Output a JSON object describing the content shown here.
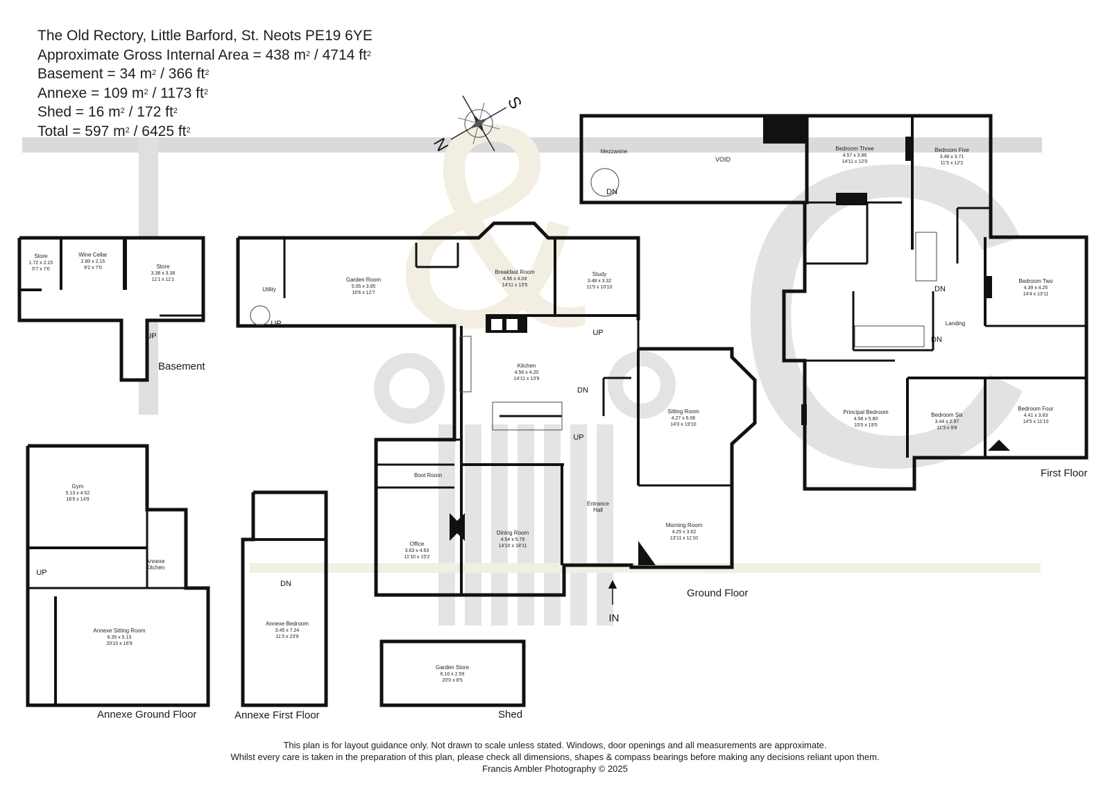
{
  "header": {
    "address": "The Old Rectory, Little Barford, St. Neots PE19 6YE",
    "lines": [
      {
        "label": "Approximate Gross Internal Area = 438 m",
        "mid": " / 4714 ft"
      },
      {
        "label": "Basement = 34 m",
        "mid": " / 366 ft"
      },
      {
        "label": "Annexe = 109 m",
        "mid": " / 1173 ft"
      },
      {
        "label": "Shed = 16 m",
        "mid": " / 172 ft"
      },
      {
        "label": "Total = 597 m",
        "mid": " / 6425 ft"
      }
    ],
    "superscript": "2"
  },
  "compass": {
    "north": "N",
    "south": "S"
  },
  "floor_labels": {
    "basement": "Basement",
    "ground_floor": "Ground Floor",
    "first_floor": "First Floor",
    "annexe_ground": "Annexe Ground Floor",
    "annexe_first": "Annexe First Floor",
    "shed": "Shed"
  },
  "rooms": {
    "store_small": {
      "name": "Store",
      "dim1": "1.72 x 2.15",
      "dim2": "5'7 x 7'0"
    },
    "wine_cellar": {
      "name": "Wine Cellar",
      "dim1": "2.80 x 2.15",
      "dim2": "9'2 x 7'0"
    },
    "store_large": {
      "name": "Store",
      "dim1": "3.38 x 3.38",
      "dim2": "11'1 x 11'1"
    },
    "utility": {
      "name": "Utility"
    },
    "garden_room": {
      "name": "Garden Room",
      "dim1": "5.05 x 3.85",
      "dim2": "16'6 x 12'7"
    },
    "breakfast_room": {
      "name": "Breakfast Room",
      "dim1": "4.56 x 4.09",
      "dim2": "14'11 x 13'5"
    },
    "study": {
      "name": "Study",
      "dim1": "3.48 x 3.32",
      "dim2": "11'5 x 10'10"
    },
    "kitchen": {
      "name": "Kitchen",
      "dim1": "4.56 x 4.20",
      "dim2": "14'11 x 13'9"
    },
    "boot_room": {
      "name": "Boot Room"
    },
    "office": {
      "name": "Office",
      "dim1": "3.63 x 4.63",
      "dim2": "11'10 x 15'2"
    },
    "dining_room": {
      "name": "Dining Room",
      "dim1": "4.54 x 5.79",
      "dim2": "14'10 x 18'11"
    },
    "entrance_hall": {
      "name1": "Entrance",
      "name2": "Hall"
    },
    "sitting_room": {
      "name": "Sitting Room",
      "dim1": "4.27 x 6.06",
      "dim2": "14'0 x 19'10"
    },
    "morning_room": {
      "name": "Morning Room",
      "dim1": "4.25 x 3.62",
      "dim2": "13'11 x 11'10"
    },
    "mezzanine": {
      "name": "Mezzanine"
    },
    "void": {
      "name": "VOID"
    },
    "bedroom_three": {
      "name": "Bedroom Three",
      "dim1": "4.57 x 3.86",
      "dim2": "14'11 x 12'0"
    },
    "bedroom_five": {
      "name": "Bedroom Five",
      "dim1": "3.48 x 3.71",
      "dim2": "11'5 x 12'2"
    },
    "bedroom_two": {
      "name": "Bedroom Two",
      "dim1": "4.39 x 4.25",
      "dim2": "14'4 x 13'11"
    },
    "landing": {
      "name": "Landing"
    },
    "principal_bedroom": {
      "name": "Principal Bedroom",
      "dim1": "4.58 x 5.80",
      "dim2": "15'0 x 19'0"
    },
    "bedroom_six": {
      "name": "Bedroom Six",
      "dim1": "3.44 x 2.97",
      "dim2": "11'3 x 9'8"
    },
    "bedroom_four": {
      "name": "Bedroom Four",
      "dim1": "4.41 x 3.63",
      "dim2": "14'5 x 11'10"
    },
    "gym": {
      "name": "Gym",
      "dim1": "5.13 x 4.52",
      "dim2": "16'9 x 14'9"
    },
    "annexe_kitchen": {
      "name1": "Annexe",
      "name2": "Kitchen"
    },
    "annexe_sitting_room": {
      "name": "Annexe Sitting Room",
      "dim1": "6.35 x 5.13",
      "dim2": "20'10 x 16'9"
    },
    "annexe_bedroom": {
      "name": "Annexe Bedroom",
      "dim1": "3.45 x 7.24",
      "dim2": "11'3 x 23'9"
    },
    "garden_store": {
      "name": "Garden Store",
      "dim1": "6.10 x 2.59",
      "dim2": "20'0 x 8'5"
    }
  },
  "stair_labels": {
    "up": "UP",
    "dn": "DN",
    "in": "IN"
  },
  "watermark_letters": {
    "f": "F",
    "ampersand": "&",
    "c": "C"
  },
  "footer": {
    "line1": "This plan is for layout guidance only. Not drawn to scale unless stated. Windows, door openings and all measurements are approximate.",
    "line2": "Whilst every care is taken in the preparation of this plan, please check all dimensions, shapes & compass bearings before making any decisions reliant upon them.",
    "line3": "Francis Ambler Photography © 2025"
  }
}
